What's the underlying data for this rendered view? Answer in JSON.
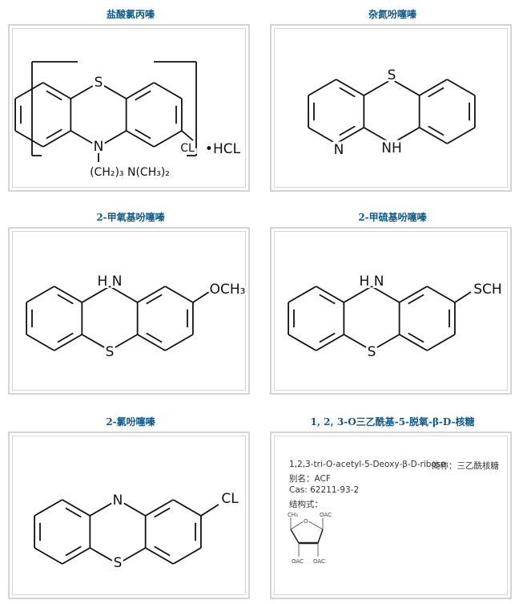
{
  "panels": [
    {
      "title": "盐酸氯丙嗪",
      "labels": {
        "s": "S",
        "n": "N",
        "cl": "CL",
        "chain": "(CH₂)₃ N(CH₃)₂",
        "salt": "•HCL"
      }
    },
    {
      "title": "杂氮吩噻嗪",
      "labels": {
        "s": "S",
        "nh": "NH",
        "n": "N"
      }
    },
    {
      "title": "2-甲氧基吩噻嗪",
      "labels": {
        "nh": "H N",
        "s": "S",
        "sub": "OCH₃"
      }
    },
    {
      "title": "2-甲硫基吩噻嗪",
      "labels": {
        "nh": "H N",
        "s": "S",
        "sub": "SCH"
      }
    },
    {
      "title": "2-氯吩噻嗪",
      "labels": {
        "n": "N",
        "s": "S",
        "cl": "CL"
      }
    },
    {
      "title": "1, 2, 3-O三乙酰基-5-脱氧-β-D-核糖",
      "info": {
        "name": "1,2,3-tri-O-acetyl-5-Deoxy-β-D-ribose",
        "abbr": "简称：三乙酰核糖",
        "alias": "别名：ACF",
        "cas": "Cas:   62211-93-2",
        "structure": "结构式："
      },
      "labels": {
        "ch3": "CH₃",
        "o": "O",
        "oac1": "OAC",
        "oac2": "OAC",
        "oac3": "OAC"
      }
    }
  ]
}
